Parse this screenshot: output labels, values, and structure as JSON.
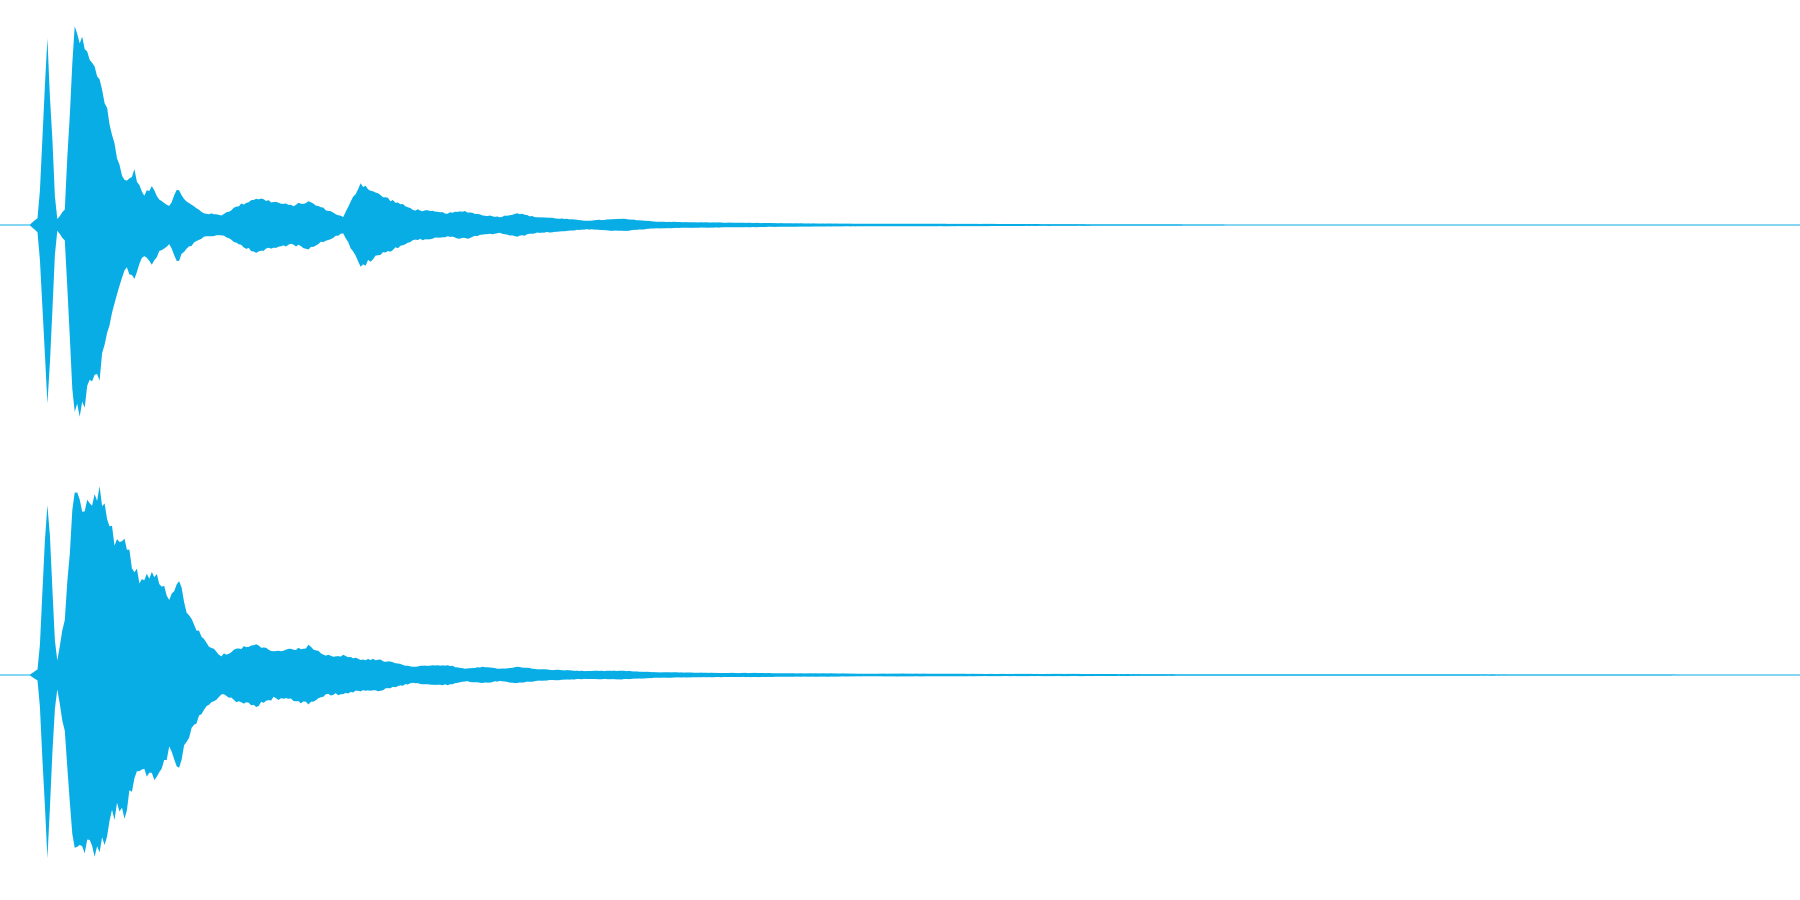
{
  "colors": {
    "waveform": "#08ADE5",
    "background": "#FFFFFF"
  },
  "chart_data": {
    "type": "area",
    "title": "",
    "xlabel": "",
    "ylabel": "",
    "ylim": [
      -1,
      1
    ],
    "grid": false,
    "legend": "none",
    "x": [
      0.0,
      0.005,
      0.01,
      0.015,
      0.02,
      0.025,
      0.03,
      0.035,
      0.04,
      0.045,
      0.05,
      0.055,
      0.06,
      0.065,
      0.07,
      0.075,
      0.08,
      0.085,
      0.09,
      0.095,
      0.1,
      0.11,
      0.12,
      0.13,
      0.14,
      0.15,
      0.16,
      0.17,
      0.18,
      0.19,
      0.2,
      0.21,
      0.22,
      0.23,
      0.24,
      0.25,
      0.26,
      0.27,
      0.28,
      0.29,
      0.3,
      0.32,
      0.34,
      0.36,
      0.38,
      0.4,
      0.42,
      0.44,
      0.46,
      0.48,
      0.5,
      0.55,
      0.6,
      0.65,
      0.7,
      0.8,
      1.0
    ],
    "series": [
      {
        "amplitude": [
          0.0,
          0.04,
          0.98,
          0.02,
          0.08,
          1.0,
          0.96,
          0.85,
          0.78,
          0.58,
          0.35,
          0.22,
          0.28,
          0.15,
          0.2,
          0.13,
          0.1,
          0.19,
          0.12,
          0.09,
          0.06,
          0.05,
          0.1,
          0.14,
          0.12,
          0.1,
          0.12,
          0.08,
          0.04,
          0.22,
          0.16,
          0.12,
          0.08,
          0.07,
          0.06,
          0.07,
          0.05,
          0.04,
          0.06,
          0.04,
          0.035,
          0.02,
          0.03,
          0.015,
          0.012,
          0.01,
          0.008,
          0.006,
          0.005,
          0.004,
          0.004,
          0.003,
          0.002,
          0.001,
          0.0,
          0.0,
          0.0
        ]
      },
      {
        "amplitude": [
          0.0,
          0.03,
          0.96,
          0.04,
          0.3,
          0.95,
          0.88,
          0.92,
          0.95,
          0.8,
          0.7,
          0.72,
          0.55,
          0.48,
          0.55,
          0.5,
          0.4,
          0.5,
          0.35,
          0.25,
          0.18,
          0.1,
          0.14,
          0.16,
          0.12,
          0.13,
          0.15,
          0.1,
          0.1,
          0.08,
          0.08,
          0.06,
          0.04,
          0.05,
          0.05,
          0.03,
          0.04,
          0.03,
          0.04,
          0.03,
          0.025,
          0.018,
          0.02,
          0.012,
          0.01,
          0.008,
          0.008,
          0.006,
          0.006,
          0.004,
          0.005,
          0.003,
          0.003,
          0.002,
          0.001,
          0.001,
          0.0
        ]
      }
    ]
  }
}
